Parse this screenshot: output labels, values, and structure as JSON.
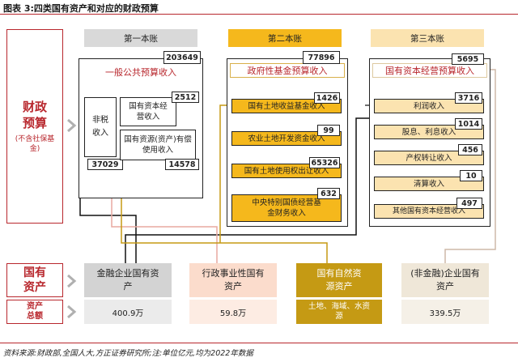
{
  "caption": "图表 3:四类国有资产和对应的财政预算",
  "left_panel": {
    "fiscal_title": "财政预算",
    "fiscal_sub": "(不含社保基金)",
    "state_assets": "国有资产",
    "total_assets": "资产总额"
  },
  "book1": {
    "header": "第一本账",
    "title": "一般公共预算收入",
    "total": "203649",
    "tax_label": "非税收入",
    "tax_value": "37029",
    "item1_label": "国有资本经营收入",
    "item1_value": "2512",
    "item2_label": "国有资源(资产)有偿使用收入",
    "item2_value": "14578"
  },
  "book2": {
    "header": "第二本账",
    "title": "政府性基金预算收入",
    "total": "77896",
    "items": [
      {
        "label": "国有土地收益基金收入",
        "value": "1426"
      },
      {
        "label": "农业土地开发资金收入",
        "value": "99"
      },
      {
        "label": "国有土地使用权出让收入",
        "value": "65326"
      },
      {
        "label": "中央特别国债经营基金财务收入",
        "value": "632"
      }
    ]
  },
  "book3": {
    "header": "第三本账",
    "title": "国有资本经营预算收入",
    "total": "5695",
    "items": [
      {
        "label": "利润收入",
        "value": "3716"
      },
      {
        "label": "股息、利息收入",
        "value": "1014"
      },
      {
        "label": "产权转让收入",
        "value": "456"
      },
      {
        "label": "清算收入",
        "value": "10"
      },
      {
        "label": "其他国有资本经营收入",
        "value": "497"
      }
    ]
  },
  "assets": [
    {
      "label": "金融企业国有资产",
      "total": "400.9万"
    },
    {
      "label": "行政事业性国有资产",
      "total": "59.8万"
    },
    {
      "label": "国有自然资源资产",
      "total": "土地、海域、水资源"
    },
    {
      "label": "(非金融)企业国有资产",
      "total": "339.5万"
    }
  ],
  "footnote": "资料来源:财政部,全国人大,方正证券研究所;注:单位亿元,均为2022年数据",
  "colors": {
    "header1": "#d9d9d9",
    "header2": "#f5b81c",
    "header3": "#fbe3b0",
    "accent_red": "#b8272d",
    "asset1": "#d3d3d3",
    "asset2": "#fbdccc",
    "asset3": "#c59a14",
    "asset4": "#efe7d8",
    "wire_dark": "#111111",
    "wire_pink": "#e8a9a0",
    "wire_gold": "#c59a14",
    "wire_beige": "#cdb9a8"
  }
}
